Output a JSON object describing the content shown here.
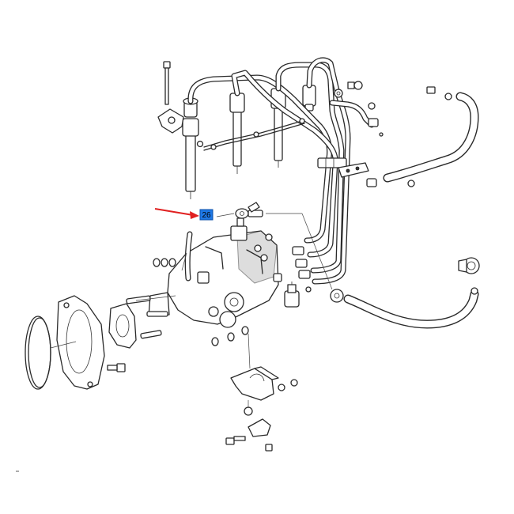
{
  "diagram": {
    "callout": {
      "label": "26",
      "box_color": "#1e78e6",
      "arrow_color": "#e02020"
    },
    "parts": [
      "fuel-injector",
      "injector-pipe",
      "injection-pump",
      "pump-gasket",
      "o-ring",
      "pump-bracket",
      "return-hose",
      "pipe-clamp",
      "banjo-fitting",
      "bolt",
      "stud",
      "washer",
      "nut",
      "solenoid-valve"
    ]
  }
}
